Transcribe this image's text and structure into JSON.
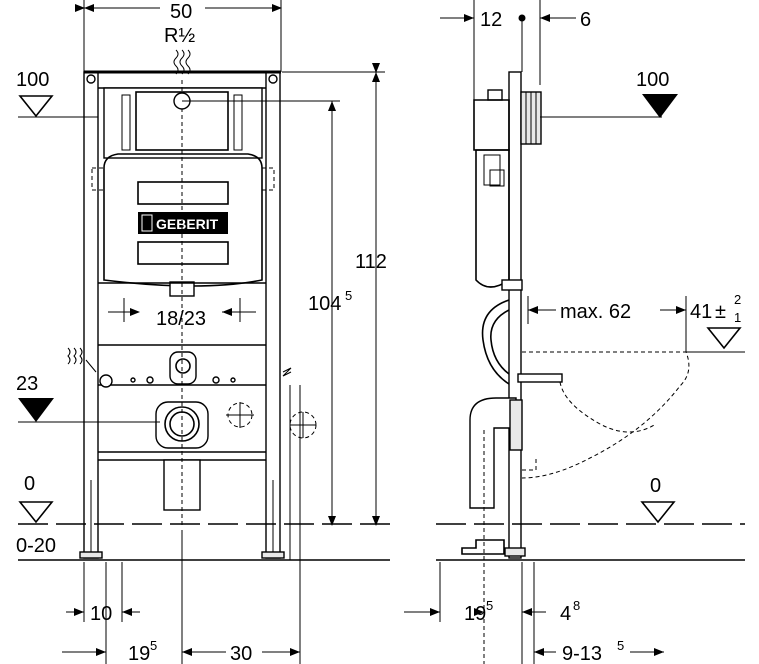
{
  "front_view": {
    "dim_width": "50",
    "connection_label": "R½",
    "height_total": "112",
    "height_inner_main": "104",
    "height_inner_sup": "5",
    "flush_plate_dim": "18/23",
    "level_top": "100",
    "level_mid": "23",
    "level_floor": "0",
    "floor_range": "0-20",
    "dim_bottom_10": "10",
    "dim_bottom_19_main": "19",
    "dim_bottom_19_sup": "5",
    "dim_bottom_30": "30",
    "brand": "GEBERIT"
  },
  "side_view": {
    "dim_top_12": "12",
    "dim_top_6": "6",
    "level_top": "100",
    "max_projection": "max. 62",
    "height_41": "41",
    "tol_plus": "+",
    "tol_minus": "−",
    "tol_upper": "2",
    "tol_lower": "1",
    "level_floor": "0",
    "dim_bottom_19_main": "19",
    "dim_bottom_19_sup": "5",
    "dim_bottom_4_main": "4",
    "dim_bottom_4_sup": "8",
    "dim_bottom_range_main": "9-13",
    "dim_bottom_range_sup": "5"
  }
}
